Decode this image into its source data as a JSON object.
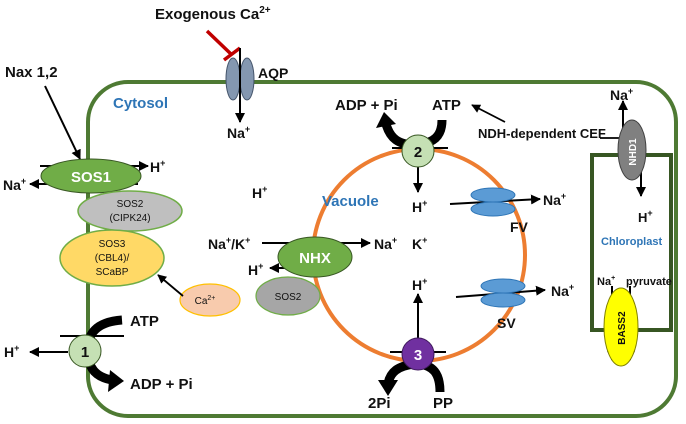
{
  "labels": {
    "exogenous_ca": "Exogenous Ca",
    "exogenous_ca_sup": "2+",
    "aqp": "AQP",
    "nax": "Nax 1,2",
    "cytosol": "Cytosol",
    "vacuole": "Vacuole",
    "chloroplast": "Chloroplast",
    "ndh_cef": "NDH-dependent CEF",
    "sos1": "SOS1",
    "sos2_cipk": "SOS2",
    "sos2_cipk_line2": "(CIPK24)",
    "sos3_line1": "SOS3",
    "sos3_line2": "(CBL4)/",
    "sos3_line3": "SCaBP",
    "ca_cytosol": "Ca",
    "ca_cytosol_sup": "2+",
    "nhx": "NHX",
    "sos2_nhx": "SOS2",
    "fv": "FV",
    "sv": "SV",
    "nhd1": "NHD1",
    "bass2": "BASS2",
    "pump1": "1",
    "pump2": "2",
    "pump3": "3",
    "atp_top": "ATP",
    "adp_top": "ADP + Pi",
    "atp_bottom": "ATP",
    "adp_bottom": "ADP + Pi",
    "two_pi": "2Pi",
    "pp": "PP",
    "h": "H",
    "plus": "+",
    "na": "Na",
    "k": "K",
    "na_k": "Na",
    "na_k_sep": "/K",
    "pyruvate": "pyruvate"
  },
  "colors": {
    "cell_wall": "#4e7a33",
    "vacuole_membrane": "#ed7d31",
    "cytosol_text": "#2e75b6",
    "sos1_fill": "#70ad47",
    "sos2_fill": "#bfbfbf",
    "sos3_fill": "#ffd966",
    "ca_fill": "#f8cbad",
    "nhx_fill": "#70ad47",
    "pump_green": "#c5e0b4",
    "pump3_fill": "#7030a0",
    "channel_blue": "#5b9bd5",
    "aqp_fill": "#8497b0",
    "nhd1_fill": "#808080",
    "bass2_fill": "#ffff00",
    "inhibit_red": "#c00000"
  }
}
